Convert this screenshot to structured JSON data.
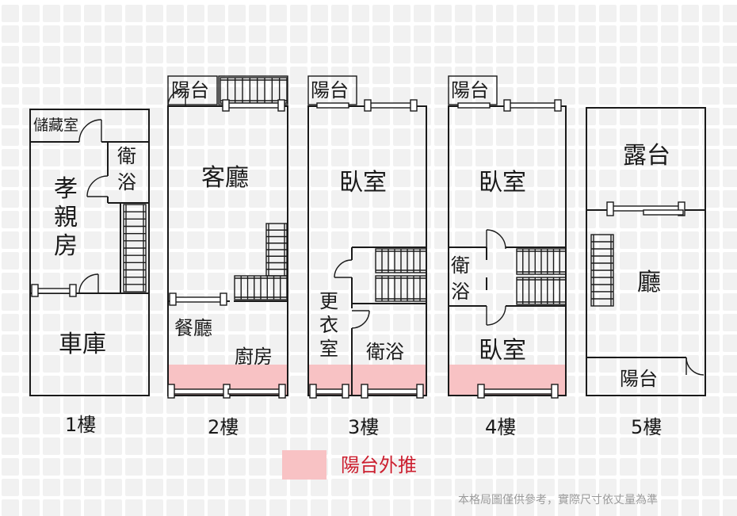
{
  "colors": {
    "balcony_extension": "#f8c2c4",
    "legend_text": "#cc1f2f",
    "walls": "#1a1a1a",
    "note_text": "#9a9a9a"
  },
  "floor1": {
    "storage": "儲藏室",
    "bath": "衛浴",
    "parents": "孝親房",
    "garage": "車庫",
    "label": "1樓"
  },
  "floor2": {
    "balcony": "陽台",
    "living": "客廳",
    "dining": "餐廳",
    "kitchen": "廚房",
    "label": "2樓"
  },
  "floor3": {
    "balcony": "陽台",
    "bedroom": "臥室",
    "closet": "更衣室",
    "bath": "衛浴",
    "label": "3樓"
  },
  "floor4": {
    "balcony": "陽台",
    "bedroom_top": "臥室",
    "bath": "衛浴",
    "bedroom_bottom": "臥室",
    "label": "4樓"
  },
  "floor5": {
    "terrace": "露台",
    "hall": "廳",
    "balcony": "陽台",
    "label": "5樓"
  },
  "legend": {
    "label": "陽台外推"
  },
  "note": "本格局圖僅供參考，實際尺寸依丈量為準"
}
